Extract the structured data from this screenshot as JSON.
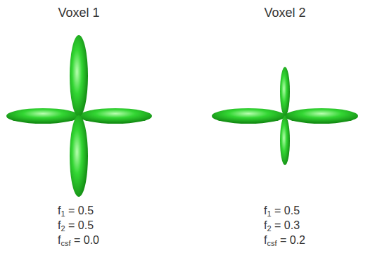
{
  "diagram": {
    "labels": [
      "Voxel 1",
      "Voxel 2",
      "f1 = 0.5",
      "f2 = 0.5",
      "fcsf = 0.0",
      "f1 = 0.5",
      "f2 = 0.3",
      "fcsf = 0.2"
    ]
  }
}
